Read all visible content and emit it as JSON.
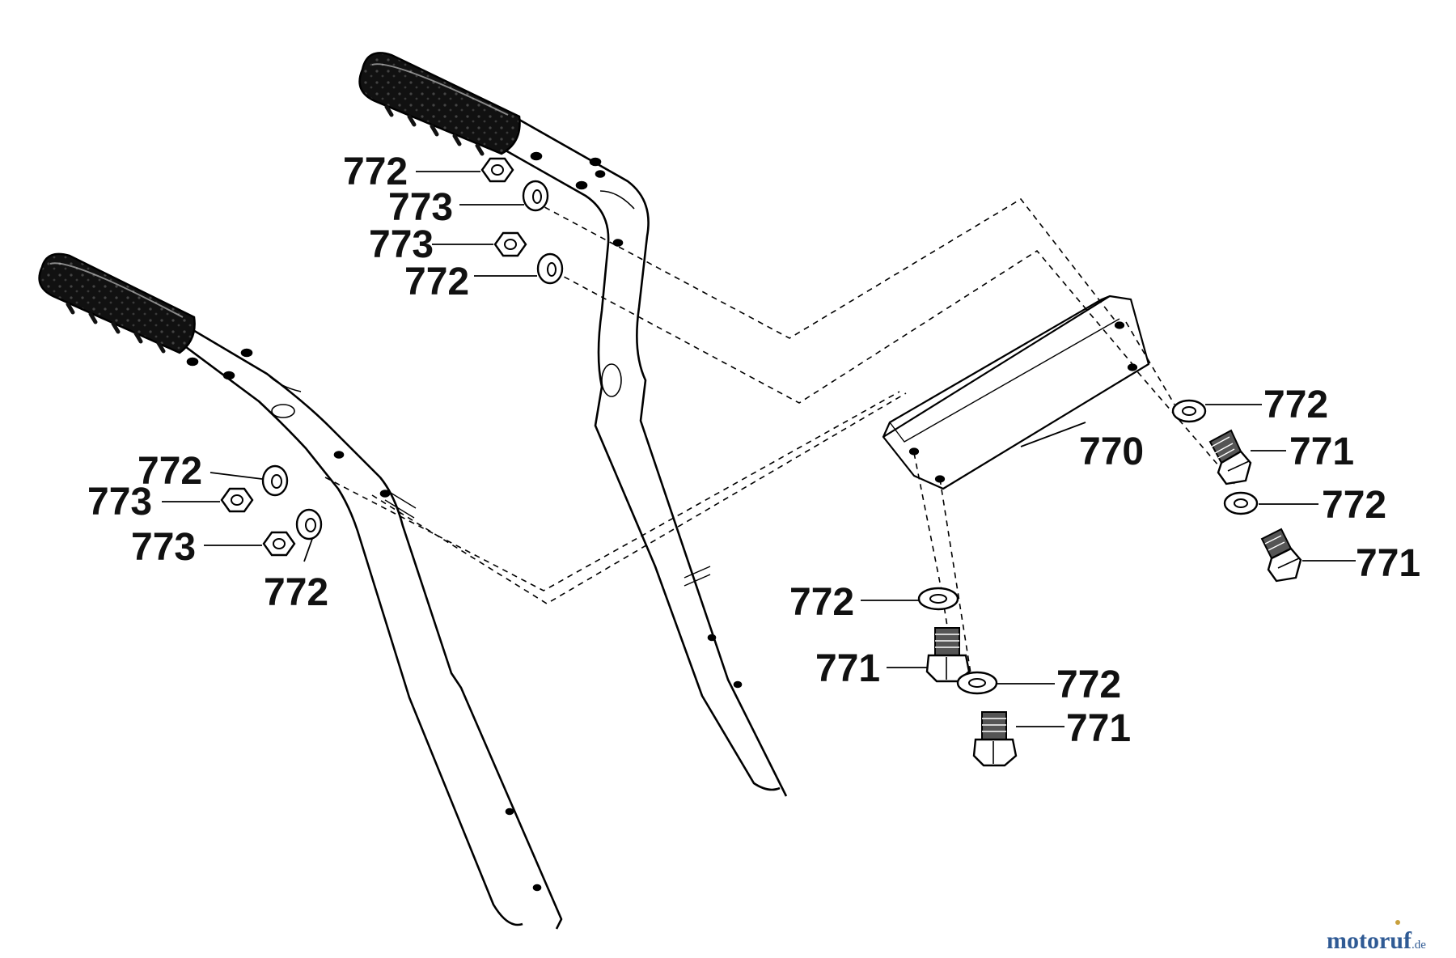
{
  "callouts": [
    {
      "label": "772"
    },
    {
      "label": "773"
    },
    {
      "label": "773"
    },
    {
      "label": "772"
    },
    {
      "label": "772"
    },
    {
      "label": "773"
    },
    {
      "label": "773"
    },
    {
      "label": "772"
    },
    {
      "label": "772"
    },
    {
      "label": "770"
    },
    {
      "label": "771"
    },
    {
      "label": "772"
    },
    {
      "label": "771"
    },
    {
      "label": "772"
    },
    {
      "label": "771"
    },
    {
      "label": "772"
    },
    {
      "label": "771"
    }
  ],
  "watermark": {
    "brand": "motoruf",
    "tld": ".de",
    "brand_color": "#2f5a94",
    "accent_color": "#c8a03c"
  }
}
